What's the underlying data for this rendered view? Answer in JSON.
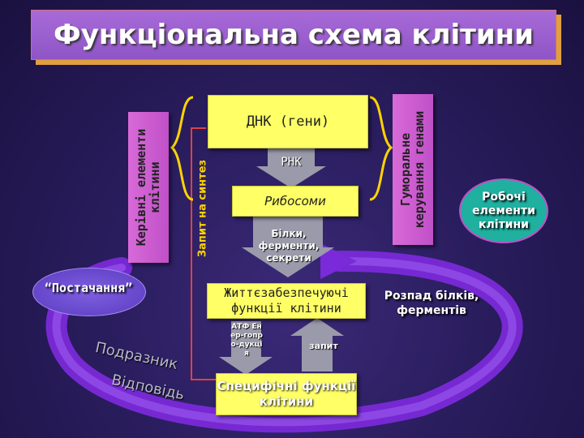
{
  "title": "Функціональна схема клітини",
  "nodes": {
    "dna": "ДНК (гени)",
    "rna": "РНК",
    "ribosomes": "Рибосоми",
    "proteins": "Білки, ферменти, секрети",
    "life_support": "Життєзабезпечуючі функції клітини",
    "atp": "АТФ Енер-гопро-дукція",
    "request": "запит",
    "specific": "Специфічні функції клітини"
  },
  "side_labels": {
    "control_elements": "Керівні елементи клітини",
    "synthesis_request": "Запит на синтез",
    "humoral_control": "Гуморальне керування генами",
    "working_elements": "Робочі елементи клітини",
    "supply": "“Постачання”",
    "decay": "Розпад білків, ферментів",
    "response_1": "Подразник",
    "response_2": "Відповідь"
  },
  "colors": {
    "node_fill": "#ffff66",
    "accent_purple": "#c050c8",
    "arrow_gray": "#9a9aaa",
    "line_red": "#e04040",
    "brace_yellow": "#ffd400",
    "cycle_purple": "#7a2ad8"
  }
}
